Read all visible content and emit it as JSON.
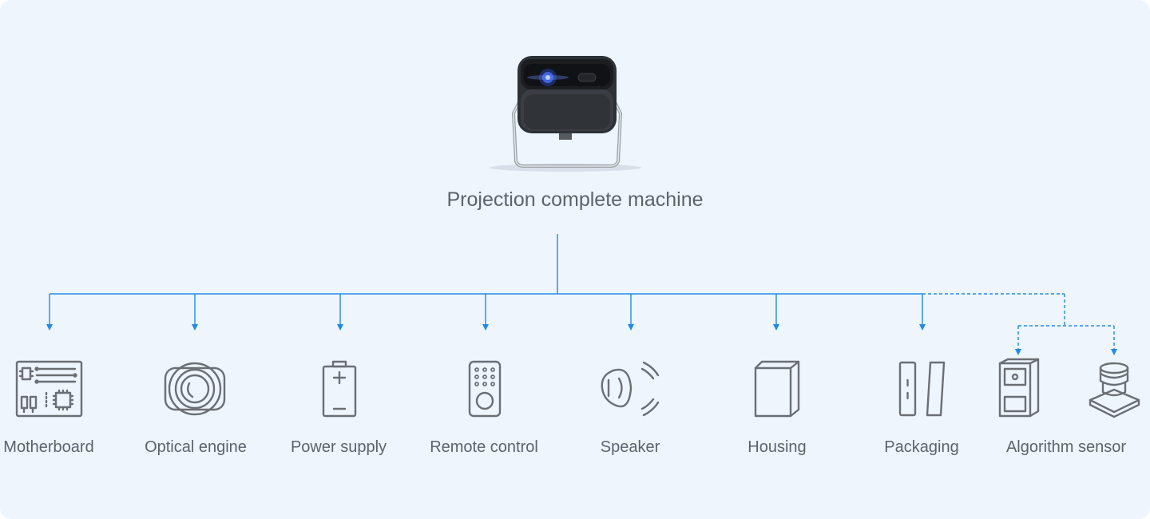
{
  "root": {
    "label": "Projection complete machine",
    "image": "projector-icon"
  },
  "components": [
    {
      "label": "Motherboard",
      "icon": "motherboard-icon"
    },
    {
      "label": "Optical engine",
      "icon": "optical-engine-icon"
    },
    {
      "label": "Power supply",
      "icon": "battery-icon"
    },
    {
      "label": "Remote control",
      "icon": "remote-control-icon"
    },
    {
      "label": "Speaker",
      "icon": "speaker-icon"
    },
    {
      "label": "Housing",
      "icon": "housing-box-icon"
    },
    {
      "label": "Packaging",
      "icon": "packaging-icon"
    },
    {
      "label": "Algorithm sensor",
      "icon": "algorithm-sensor-icon"
    }
  ],
  "colors": {
    "background": "#eef5fd",
    "connector": "#1f8be6",
    "icon": "#6b6f74",
    "text": "#5e6369"
  }
}
